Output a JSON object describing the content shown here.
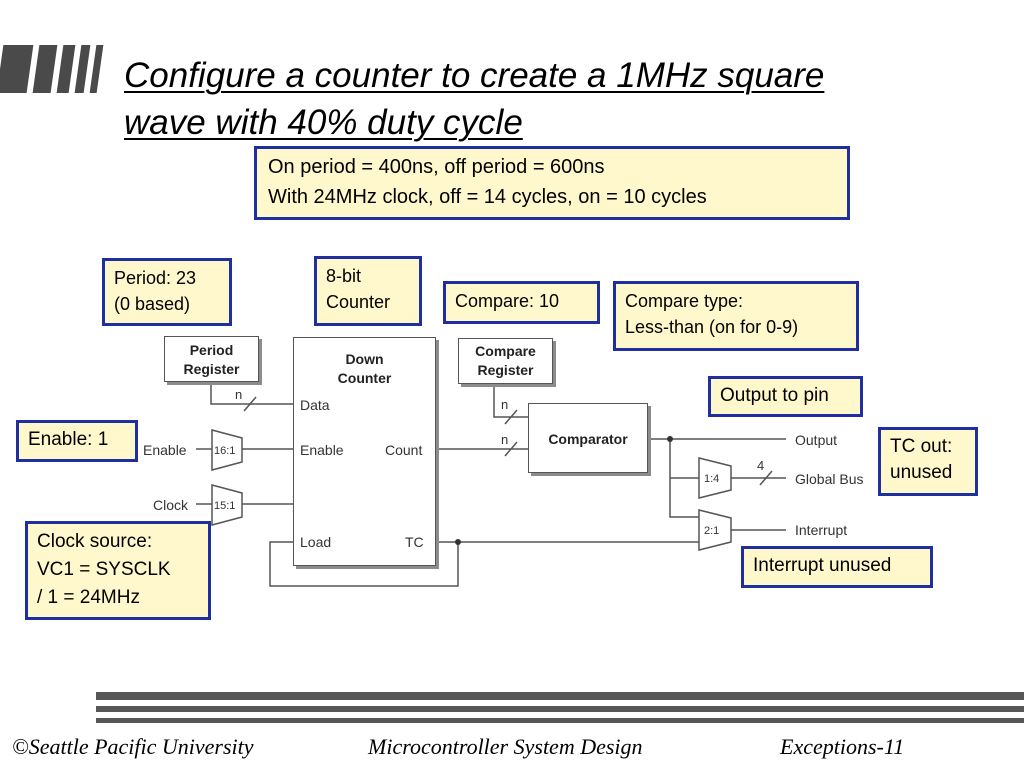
{
  "title": {
    "line1": "Configure a counter to create a 1MHz square",
    "line2": "wave with 40% duty cycle"
  },
  "info_box": {
    "line1": "On period = 400ns, off period = 600ns",
    "line2": "With 24MHz clock, off = 14 cycles, on = 10 cycles"
  },
  "callouts": {
    "period": {
      "line1": "Period: 23",
      "line2": "(0 based)"
    },
    "counter": {
      "line1": "8-bit",
      "line2": "Counter"
    },
    "compare": {
      "line1": "Compare: 10"
    },
    "compare_type": {
      "line1": "Compare type:",
      "line2": "Less-than (on for 0-9)"
    },
    "output_pin": {
      "line1": "Output to pin"
    },
    "enable": {
      "line1": "Enable: 1"
    },
    "tc_out": {
      "line1": "TC out:",
      "line2": "unused"
    },
    "clock_source": {
      "line1": "Clock source:",
      "line2": "VC1 = SYSCLK",
      "line3": "/ 1 = 24MHz"
    },
    "interrupt": {
      "line1": "Interrupt unused"
    }
  },
  "diagram": {
    "period_register": {
      "line1": "Period",
      "line2": "Register"
    },
    "compare_register": {
      "line1": "Compare",
      "line2": "Register"
    },
    "down_counter": {
      "line1": "Down",
      "line2": "Counter"
    },
    "comparator": "Comparator",
    "ports": {
      "data": "Data",
      "enable": "Enable",
      "count": "Count",
      "load": "Load",
      "tc": "TC"
    },
    "inputs": {
      "enable": "Enable",
      "clock": "Clock"
    },
    "outputs": {
      "output": "Output",
      "global_bus": "Global Bus",
      "interrupt": "Interrupt"
    },
    "mux": {
      "enable": "16:1",
      "clock": "15:1",
      "bus": "1:4",
      "interrupt": "2:1"
    },
    "bus_widths": {
      "data": "n",
      "compare_reg": "n",
      "count": "n",
      "global_bus": "4"
    }
  },
  "footer": {
    "left": "©Seattle Pacific University",
    "center": "Microcontroller System Design",
    "right": "Exceptions-11"
  },
  "colors": {
    "callout_border": "#1f2fa0",
    "callout_fill": "#fff8cc",
    "diagram_ink": "#555555"
  }
}
